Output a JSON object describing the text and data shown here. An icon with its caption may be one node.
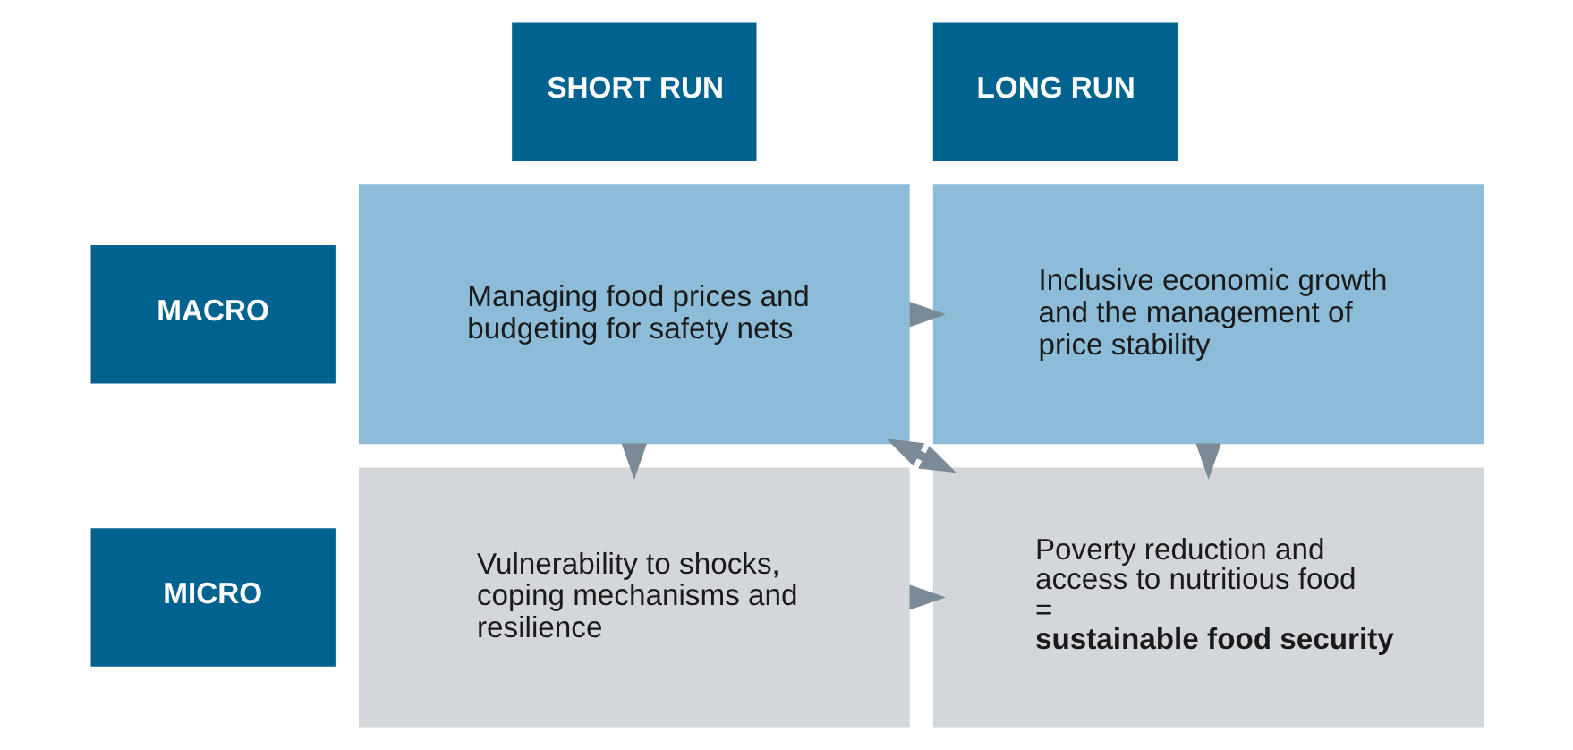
{
  "diagram": {
    "nodes": [
      {
        "text": [
          "SHORT RUN"
        ]
      },
      {
        "text": [
          "LONG RUN"
        ]
      },
      {
        "text": [
          "MACRO"
        ]
      },
      {
        "text": [
          "Managing food prices and budgeting for safety nets"
        ]
      },
      {
        "text": [
          "Inclusive economic growth and the management of price stability"
        ]
      },
      {
        "text": [
          "MICRO"
        ]
      },
      {
        "text": [
          "Vulnerability to shocks, coping mechanisms and resilience"
        ]
      },
      {
        "text": [
          "Poverty reduction and access to nutritious food =",
          "sustainable food security"
        ]
      }
    ],
    "edges": [
      {
        "from": 3,
        "to": 4,
        "arrow": "to"
      },
      {
        "from": 3,
        "to": 6,
        "arrow": "to"
      },
      {
        "from": 4,
        "to": 7,
        "arrow": "to"
      },
      {
        "from": 3,
        "to": 7,
        "arrow": "both"
      },
      {
        "from": 6,
        "to": 7,
        "arrow": "to"
      }
    ]
  }
}
